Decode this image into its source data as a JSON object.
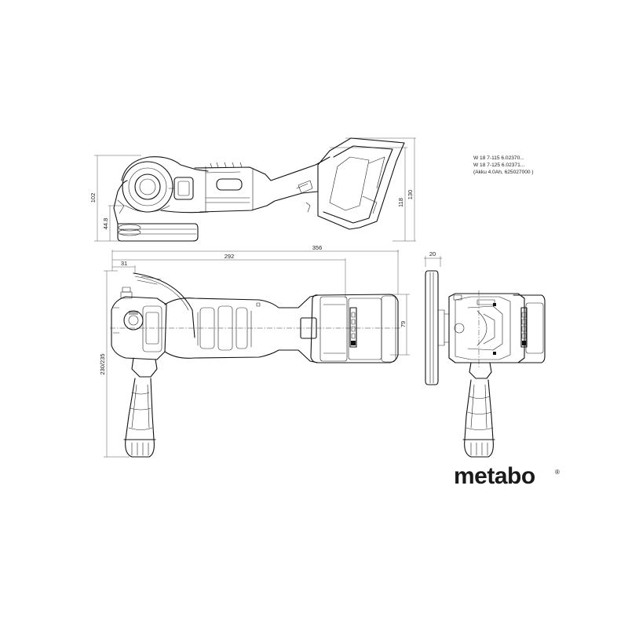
{
  "models": {
    "line1": "W 18 7-115   6.02370...",
    "line2": "W 18 7-125   6.02371...",
    "line3": "(Akku 4.0Ah, 625027000 )"
  },
  "dimensions": {
    "height_102": "102",
    "height_44_8": "44.8",
    "height_118": "118",
    "height_130": "130",
    "length_292": "292",
    "length_356": "356",
    "length_31": "31",
    "height_230_235": "230/235",
    "width_79": "79",
    "width_20": "20"
  },
  "brand": {
    "logo": "metabo",
    "registered": "®"
  }
}
